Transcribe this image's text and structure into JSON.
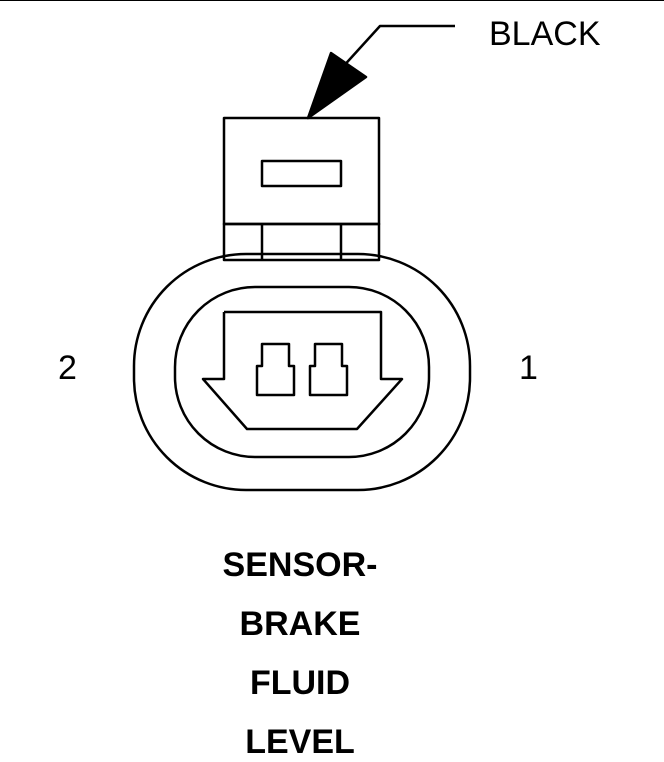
{
  "callout": {
    "color_label": "BLACK"
  },
  "pins": {
    "left": "2",
    "right": "1"
  },
  "title": {
    "lines": [
      "SENSOR-",
      "BRAKE",
      "FLUID",
      "LEVEL"
    ]
  },
  "colors": {
    "stroke": "#000000",
    "background": "#ffffff"
  }
}
